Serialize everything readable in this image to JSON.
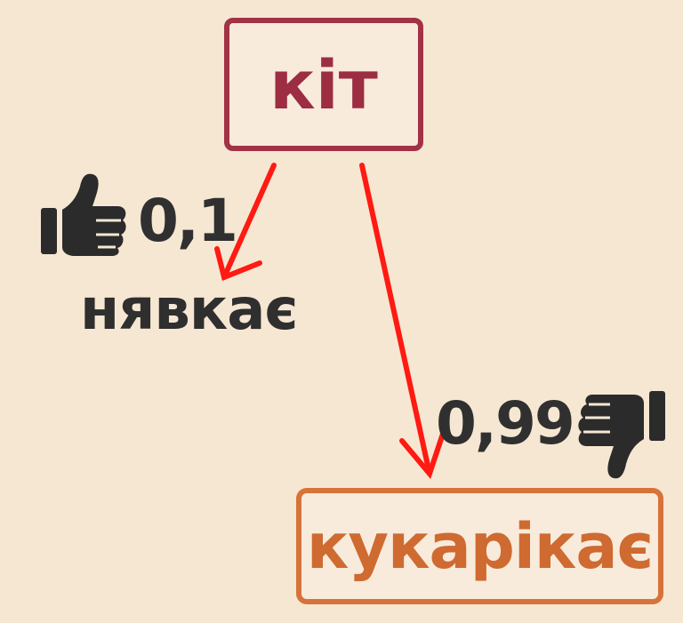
{
  "nodes": {
    "source": "кіт",
    "target_low": "нявкає",
    "target_high": "кукарікає"
  },
  "edges": [
    {
      "label": "0,1",
      "icon": "thumbs-up-icon",
      "to": "target_low"
    },
    {
      "label": "0,99",
      "icon": "thumbs-down-icon",
      "to": "target_high"
    }
  ],
  "colors": {
    "background": "#f6e7d3",
    "source_border": "#a23246",
    "target_border": "#d7733a",
    "arrow": "#ff1a12",
    "text": "#2f2f2f"
  }
}
